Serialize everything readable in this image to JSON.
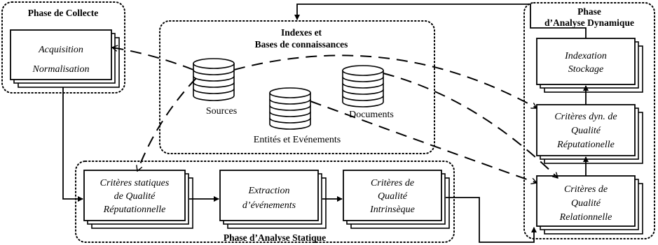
{
  "phases": {
    "collecte": "Phase de Collecte",
    "dynamique_line1": "Phase",
    "dynamique_line2": "d’Analyse Dynamique",
    "statique": "Phase d’Analyse Statique"
  },
  "indexes": {
    "title_line1": "Indexes et",
    "title_line2": "Bases de connaissances",
    "sources": "Sources",
    "entites": "Entités et Evénements",
    "documents": "Documents"
  },
  "boxes": {
    "acquisition": {
      "line1": "Acquisition",
      "line2": "Normalisation"
    },
    "indexation": {
      "line1": "Indexation",
      "line2": "Stockage"
    },
    "criteres_dyn": {
      "line1": "Critères dyn. de",
      "line2": "Qualité",
      "line3": "Réputationelle"
    },
    "criteres_relationnelle": {
      "line1": "Critères de",
      "line2": "Qualité",
      "line3": "Relationnelle"
    },
    "criteres_statiques": {
      "line1": "Critères statiques",
      "line2": "de Qualité",
      "line3": "Réputationnelle"
    },
    "extraction": {
      "line1": "Extraction",
      "line2": "d’événements"
    },
    "criteres_intrinseque": {
      "line1": "Critères de",
      "line2": "Qualité",
      "line3": "Intrinsèque"
    }
  }
}
